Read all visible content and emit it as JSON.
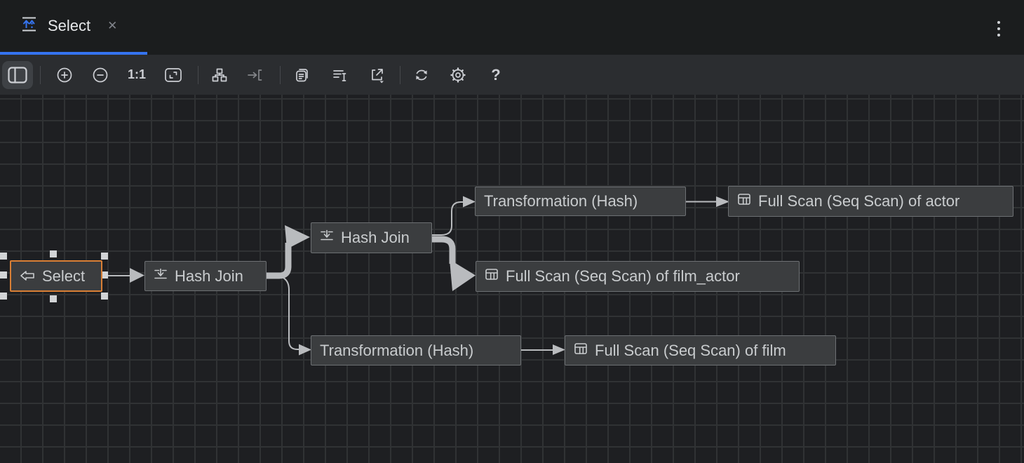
{
  "tab": {
    "title": "Select",
    "close_glyph": "✕",
    "icon": "execution-plan-icon"
  },
  "header": {
    "menu_icon": "kebab-menu-icon"
  },
  "toolbar": {
    "actual_size_label": "1:1",
    "help_label": "?",
    "buttons": [
      {
        "name": "toggle-left-panel",
        "icon": "panel-left-icon",
        "state": "active"
      },
      {
        "name": "zoom-in",
        "icon": "zoom-in-icon"
      },
      {
        "name": "zoom-out",
        "icon": "zoom-out-icon"
      },
      {
        "name": "actual-size",
        "label": "1:1"
      },
      {
        "name": "fit-content",
        "icon": "fit-content-icon"
      },
      {
        "name": "auto-layout",
        "icon": "hierarchy-icon"
      },
      {
        "name": "scroll-to-selection",
        "icon": "arrow-into-bracket-icon",
        "state": "disabled"
      },
      {
        "name": "copy-plan",
        "icon": "copy-icon"
      },
      {
        "name": "show-as-text",
        "icon": "text-lines-icon"
      },
      {
        "name": "export",
        "icon": "export-icon",
        "has_dropdown": true
      },
      {
        "name": "refresh",
        "icon": "refresh-icon"
      },
      {
        "name": "settings",
        "icon": "gear-icon"
      },
      {
        "name": "help",
        "label": "?"
      }
    ]
  },
  "graph": {
    "selected_node": "select",
    "nodes": [
      {
        "id": "select",
        "label": "Select",
        "icon": "result-arrow-icon",
        "selected": true
      },
      {
        "id": "hash-join-1",
        "label": "Hash Join",
        "icon": "join-icon",
        "selected": false
      },
      {
        "id": "hash-join-2",
        "label": "Hash Join",
        "icon": "join-icon",
        "selected": false
      },
      {
        "id": "transformation-top",
        "label": "Transformation (Hash)",
        "icon": null,
        "selected": false
      },
      {
        "id": "full-scan-actor",
        "label": "Full Scan (Seq Scan) of actor",
        "icon": "table-icon",
        "selected": false
      },
      {
        "id": "full-scan-film-actor",
        "label": "Full Scan (Seq Scan) of film_actor",
        "icon": "table-icon",
        "selected": false
      },
      {
        "id": "transformation-bottom",
        "label": "Transformation (Hash)",
        "icon": null,
        "selected": false
      },
      {
        "id": "full-scan-film",
        "label": "Full Scan (Seq Scan) of film",
        "icon": "table-icon",
        "selected": false
      }
    ],
    "edges": [
      {
        "from": "select",
        "to": "hash-join-1",
        "weight": "thin"
      },
      {
        "from": "hash-join-1",
        "to": "hash-join-2",
        "weight": "thick"
      },
      {
        "from": "hash-join-1",
        "to": "transformation-bottom",
        "weight": "thin"
      },
      {
        "from": "hash-join-2",
        "to": "transformation-top",
        "weight": "thin"
      },
      {
        "from": "hash-join-2",
        "to": "full-scan-film-actor",
        "weight": "thick"
      },
      {
        "from": "transformation-top",
        "to": "full-scan-actor",
        "weight": "thin"
      },
      {
        "from": "transformation-bottom",
        "to": "full-scan-film",
        "weight": "thin"
      }
    ]
  },
  "colors": {
    "accent_blue": "#3574f0",
    "selection_orange": "#d97f35",
    "edge_gray": "#b9bbbe",
    "node_fill": "#3b3d3f",
    "node_border": "#6d7073",
    "canvas_bg": "#1e1f22",
    "grid_line": "#303234",
    "tabbar_bg": "#1b1d1e",
    "toolbar_bg": "#2b2d30"
  }
}
